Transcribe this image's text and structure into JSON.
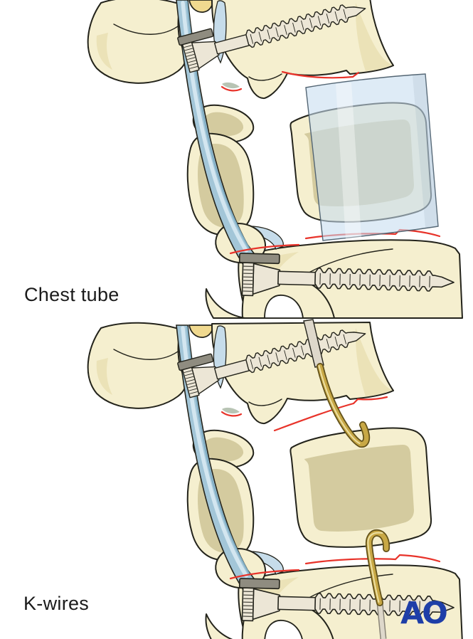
{
  "panels": [
    {
      "id": "chest-tube",
      "label": "Chest tube"
    },
    {
      "id": "k-wires",
      "label": "K-wires"
    }
  ],
  "branding": {
    "logo_text": "AO"
  },
  "colors": {
    "background": "#ffffff",
    "outline": "#23231b",
    "label_text": "#1b1b1b",
    "bone": "#f5efcf",
    "bone_shade": "#e9dfb0",
    "bone_inner": "#d4cb9f",
    "yellow_bone": "#f0d98f",
    "screw": "#ece6d6",
    "clamp": "#8f8c80",
    "dura_edge": "#7fadc4",
    "dura_mid": "#a3c6d8",
    "dura_core": "#d3e6f0",
    "cartilage": "#c6dcea",
    "chest_tube": "#c7ddf0",
    "chest_tube_outline": "#536573",
    "fracture_red": "#e8332a",
    "kwire_gold": "#c8a845",
    "kwire_dark": "#63521a",
    "kwire_highlight": "#f0e4ab",
    "rod_gray": "#ded8cb",
    "ao_blue": "#1e3ea8"
  }
}
